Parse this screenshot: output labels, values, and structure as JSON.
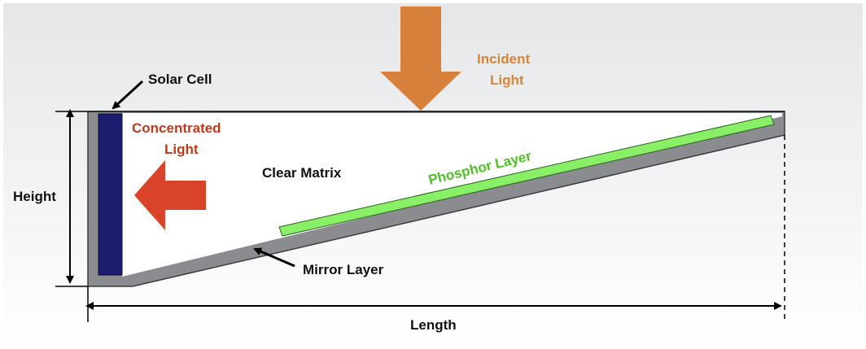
{
  "labels": {
    "solar_cell": "Solar Cell",
    "incident_line1": "Incident",
    "incident_line2": "Light",
    "concentrated_line1": "Concentrated",
    "concentrated_line2": "Light",
    "clear_matrix": "Clear Matrix",
    "phosphor_layer": "Phosphor Layer",
    "mirror_layer": "Mirror Layer",
    "height": "Height",
    "length": "Length"
  },
  "colors": {
    "background_top": "#e4e6e8",
    "background_bottom": "#ffffff",
    "frame": "#8a8c8f",
    "solar_cell": "#1c1d6e",
    "phosphor": "#88ef67",
    "incident_arrow": "#d7803c",
    "concentrated_arrow": "#d9432a",
    "matrix": "#ffffff"
  }
}
